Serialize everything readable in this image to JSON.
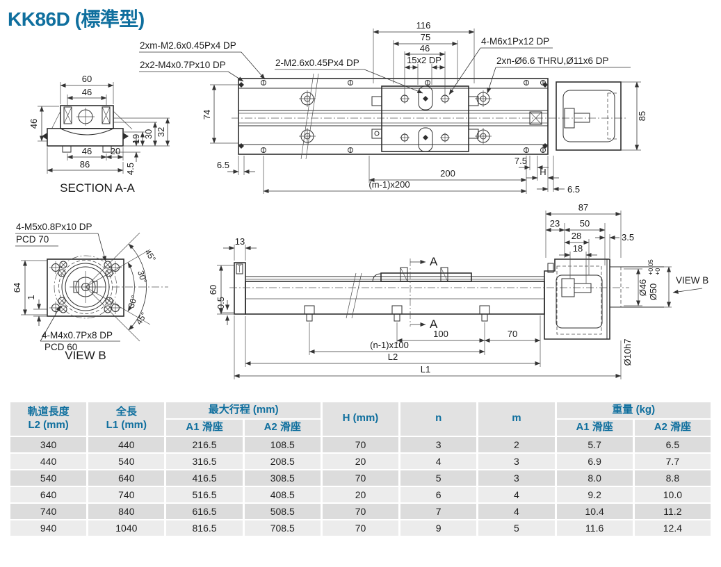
{
  "title": "KK86D (標準型)",
  "colors": {
    "accent": "#0f6f9e"
  },
  "callouts": {
    "c1": "2xm-M2.6x0.45Px4 DP",
    "c2": "2x2-M4x0.7Px10 DP",
    "c3": "2-M2.6x0.45Px4 DP",
    "c4": "4-M6x1Px12 DP",
    "c5": "2xn-Ø6.6 THRU,Ø11x6 DP",
    "c6": "4-M5x0.8Px10 DP",
    "c7": "PCD 70",
    "c8": "4-M4x0.7Px8 DP",
    "c9": "PCD 60"
  },
  "captions": {
    "section": "SECTION A-A",
    "viewb": "VIEW B",
    "viewb_arrow": "VIEW B",
    "a_top": "A",
    "a_bottom": "A"
  },
  "dims": {
    "top_view": {
      "d116": "116",
      "d75": "75",
      "d46": "46",
      "d15x2": "15x2 DP",
      "d74": "74",
      "d85": "85",
      "d65_left": "6.5",
      "d200": "200",
      "dm1x200": "(m-1)x200",
      "d75r": "7.5",
      "dH": "H",
      "d65_right": "6.5"
    },
    "section": {
      "d60": "60",
      "d46a": "46",
      "d46b": "46",
      "d19": "19",
      "d30": "30",
      "d32": "32",
      "d46c": "46",
      "d20": "20",
      "d86": "86",
      "d45": "4.5"
    },
    "viewb": {
      "d64": "64",
      "d1": "1",
      "a45a": "45°",
      "a30a": "30°",
      "a30b": "30°",
      "a45b": "45°"
    },
    "side": {
      "d13": "13",
      "d60": "60",
      "d05": "0.5",
      "d87": "87",
      "d23": "23",
      "d50": "50",
      "d28": "28",
      "d18": "18",
      "d35": "3.5",
      "dia46": "Ø46",
      "dia50": "Ø50",
      "dia50tol_top": "+0.05",
      "dia50tol_bot": "+0",
      "dia10": "Ø10h7",
      "d100": "100",
      "d70": "70",
      "dn1x100": "(n-1)x100",
      "dL2": "L2",
      "dL1": "L1"
    }
  },
  "table": {
    "headers": {
      "l2_line1": "軌道長度",
      "l2_line2": "L2 (mm)",
      "l1_line1": "全長",
      "l1_line2": "L1 (mm)",
      "stroke": "最大行程 (mm)",
      "a1": "A1 滑座",
      "a2": "A2 滑座",
      "h": "H (mm)",
      "n": "n",
      "m": "m",
      "weight": "重量 (kg)",
      "wa1": "A1 滑座",
      "wa2": "A2 滑座"
    },
    "rows": [
      [
        "340",
        "440",
        "216.5",
        "108.5",
        "70",
        "3",
        "2",
        "5.7",
        "6.5"
      ],
      [
        "440",
        "540",
        "316.5",
        "208.5",
        "20",
        "4",
        "3",
        "6.9",
        "7.7"
      ],
      [
        "540",
        "640",
        "416.5",
        "308.5",
        "70",
        "5",
        "3",
        "8.0",
        "8.8"
      ],
      [
        "640",
        "740",
        "516.5",
        "408.5",
        "20",
        "6",
        "4",
        "9.2",
        "10.0"
      ],
      [
        "740",
        "840",
        "616.5",
        "508.5",
        "70",
        "7",
        "4",
        "10.4",
        "11.2"
      ],
      [
        "940",
        "1040",
        "816.5",
        "708.5",
        "70",
        "9",
        "5",
        "11.6",
        "12.4"
      ]
    ]
  }
}
